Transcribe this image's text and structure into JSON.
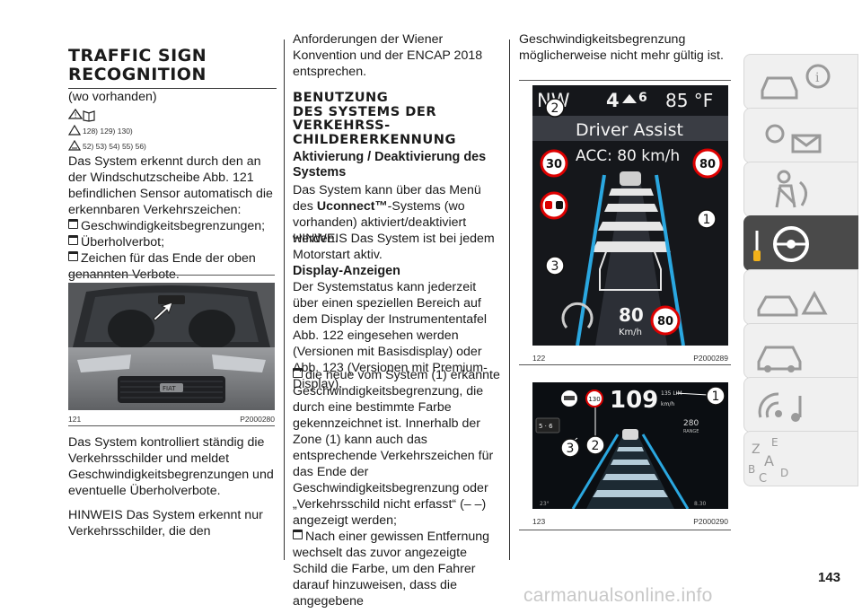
{
  "col1": {
    "title_line1": "TRAFFIC SIGN",
    "title_line2": "RECOGNITION",
    "availability": "(wo vorhanden)",
    "refs1": "128) 129) 130)",
    "refs2": "52) 53) 54) 55) 56)",
    "intro": "Das System erkennt durch den an der Windschutzscheibe Abb. 121 befindlichen Sensor automatisch die erkennbaren Verkehrszeichen:",
    "bullets": [
      "Geschwindigkeitsbegrenzungen;",
      "Überholverbot;",
      "Zeichen für das Ende der oben genannten Verbote."
    ],
    "fig_number": "121",
    "fig_code": "P2000280",
    "para2": "Das System kontrolliert ständig die Verkehrsschilder und meldet Geschwindigkeitsbegrenzungen und eventuelle Überholverbote.",
    "para3": "HINWEIS Das System erkennt nur Verkehrsschilder, die den"
  },
  "col2": {
    "para1": "Anforderungen der Wiener Konvention und der ENCAP 2018 entsprechen.",
    "title_lines": [
      "BENUTZUNG",
      "DES SYSTEMS DER",
      "VERKEHRSS-",
      "CHILDERERKENNUNG"
    ],
    "sub1": "Aktivierung / Deaktivierung des Systems",
    "p_act_1": "Das System kann über das Menü des",
    "p_act_bold": "Uconnect™",
    "p_act_2": "-Systems (wo vorhanden) aktiviert/deaktiviert werden.",
    "p_hinweis": "HINWEIS Das System ist bei jedem Motorstart aktiv.",
    "sub2": "Display-Anzeigen",
    "p_display": "Der Systemstatus kann jederzeit über einen speziellen Bereich auf dem Display der Instrumententafel Abb. 122 eingesehen werden (Versionen mit Basisdisplay) oder Abb. 123 (Versionen mit Premium-Display).",
    "bullet1": "die neue vom System (1) erkannte Geschwindigkeitsbegrenzung, die durch eine bestimmte Farbe gekennzeichnet ist. Innerhalb der Zone (1) kann auch das entsprechende Verkehrszeichen für das Ende der Geschwindigkeitsbegrenzung oder „Verkehrsschild nicht erfasst“ (– –) angezeigt werden;",
    "bullet2": "Nach einer gewissen Entfernung wechselt das zuvor angezeigte Schild die Farbe, um den Fahrer darauf hinzuweisen, dass die angegebene"
  },
  "col3": {
    "para1": "Geschwindigkeitsbegrenzung möglicherweise nicht mehr gültig ist.",
    "fig122": {
      "number": "122",
      "code": "P2000289",
      "compass": "NW",
      "gear": "4",
      "gear_sup": "6",
      "temp": "85 °F",
      "banner": "Driver Assist",
      "acc": "ACC: 80 km/h",
      "sign_left": "30",
      "sign_right": "80",
      "speed": "80",
      "speed_unit": "Km/h",
      "sign_bottom": "80",
      "callouts": [
        "2",
        "1",
        "3"
      ]
    },
    "fig123": {
      "number": "123",
      "code": "P2000290",
      "speed": "109",
      "limit_small": "135 LIM",
      "unit": "km/h",
      "range": "280",
      "range_label": "RANGE",
      "gear": "5 · 6",
      "sign": "130",
      "bottom_left": "23°",
      "bottom_right": "8.30",
      "callouts": [
        "1",
        "3",
        "2"
      ]
    }
  },
  "page_number": "143",
  "watermark": "carmanualsonline.info",
  "colors": {
    "sidebar_active": "#4a4a4a",
    "sidebar_tab": "#f0f0f0",
    "display_blue": "#2aa7e0"
  },
  "sidebar_icons": [
    "car-info-icon",
    "warning-lights-icon",
    "seatbelt-airbag-icon",
    "steering-key-icon",
    "breakdown-icon",
    "car-service-icon",
    "media-icon",
    "index-letters-icon"
  ]
}
